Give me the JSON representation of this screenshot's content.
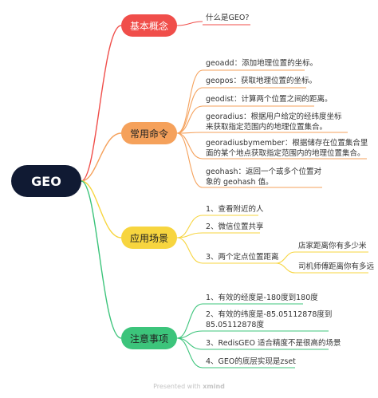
{
  "root": {
    "label": "GEO"
  },
  "branches": {
    "concept": {
      "label": "基本概念",
      "color": "#f04e4a",
      "items": [
        "什么是GEO?"
      ]
    },
    "commands": {
      "label": "常用命令",
      "color": "#f5a15b",
      "items": [
        "geoadd：添加地理位置的坐标。",
        "geopos：获取地理位置的坐标。",
        "geodist：计算两个位置之间的距离。",
        "georadius：根据用户给定的经纬度坐标来获取指定范围内的地理位置集合。",
        "georadiusbymember：根据储存在位置集合里面的某个地点获取指定范围内的地理位置集合。",
        "geohash：返回一个或多个位置对象的 geohash 值。"
      ]
    },
    "usage": {
      "label": "应用场景",
      "color": "#f7d53f",
      "items": [
        "1、查看附近的人",
        "2、微信位置共享",
        "3、两个定点位置距离"
      ],
      "sub_items": [
        "店家距离你有多少米",
        "司机师傅距离你有多远"
      ]
    },
    "notes": {
      "label": "注意事项",
      "color": "#3cc47b",
      "items": [
        "1、有效的经度是-180度到180度",
        "2、有效的纬度是-85.05112878度到85.05112878度",
        "3、RedisGEO 适合精度不是很高的场景",
        "4、GEO的底层实现是zset"
      ]
    }
  },
  "footer": {
    "prefix": "Presented with",
    "brand": "xmind"
  }
}
